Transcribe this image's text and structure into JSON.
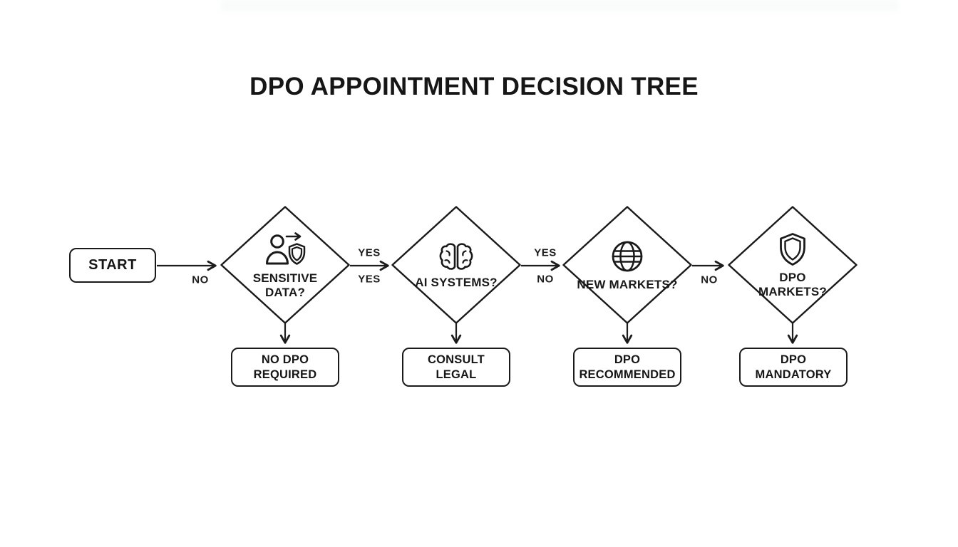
{
  "title": "DPO APPOINTMENT DECISION TREE",
  "flowchart": {
    "start": {
      "label": "START"
    },
    "decisions": [
      {
        "icon": "person-data-shield-icon",
        "lines": [
          "SENSITIVE",
          "DATA?"
        ]
      },
      {
        "icon": "ai-brain-icon",
        "lines": [
          "AI SYSTEMS?"
        ]
      },
      {
        "icon": "globe-icon",
        "lines": [
          "NEW MARKETS?"
        ]
      },
      {
        "icon": "shield-icon",
        "lines": [
          "DPO",
          "MARKETS?"
        ]
      }
    ],
    "outcomes": [
      {
        "lines": [
          "NO DPO",
          "REQUIRED"
        ]
      },
      {
        "lines": [
          "CONSULT",
          "LEGAL"
        ]
      },
      {
        "lines": [
          "DPO",
          "RECOMMENDED"
        ]
      },
      {
        "lines": [
          "DPO",
          "MANDATORY"
        ]
      }
    ],
    "edge_labels": {
      "start_to_sensitive": {
        "below": "NO"
      },
      "sensitive_to_ai": {
        "above": "YES",
        "below": "YES"
      },
      "ai_to_markets": {
        "above": "YES",
        "below": "NO"
      },
      "markets_to_dpo": {
        "below": "NO"
      }
    }
  },
  "colors": {
    "stroke": "#1a1a1a",
    "background": "#ffffff",
    "text": "#161616"
  }
}
